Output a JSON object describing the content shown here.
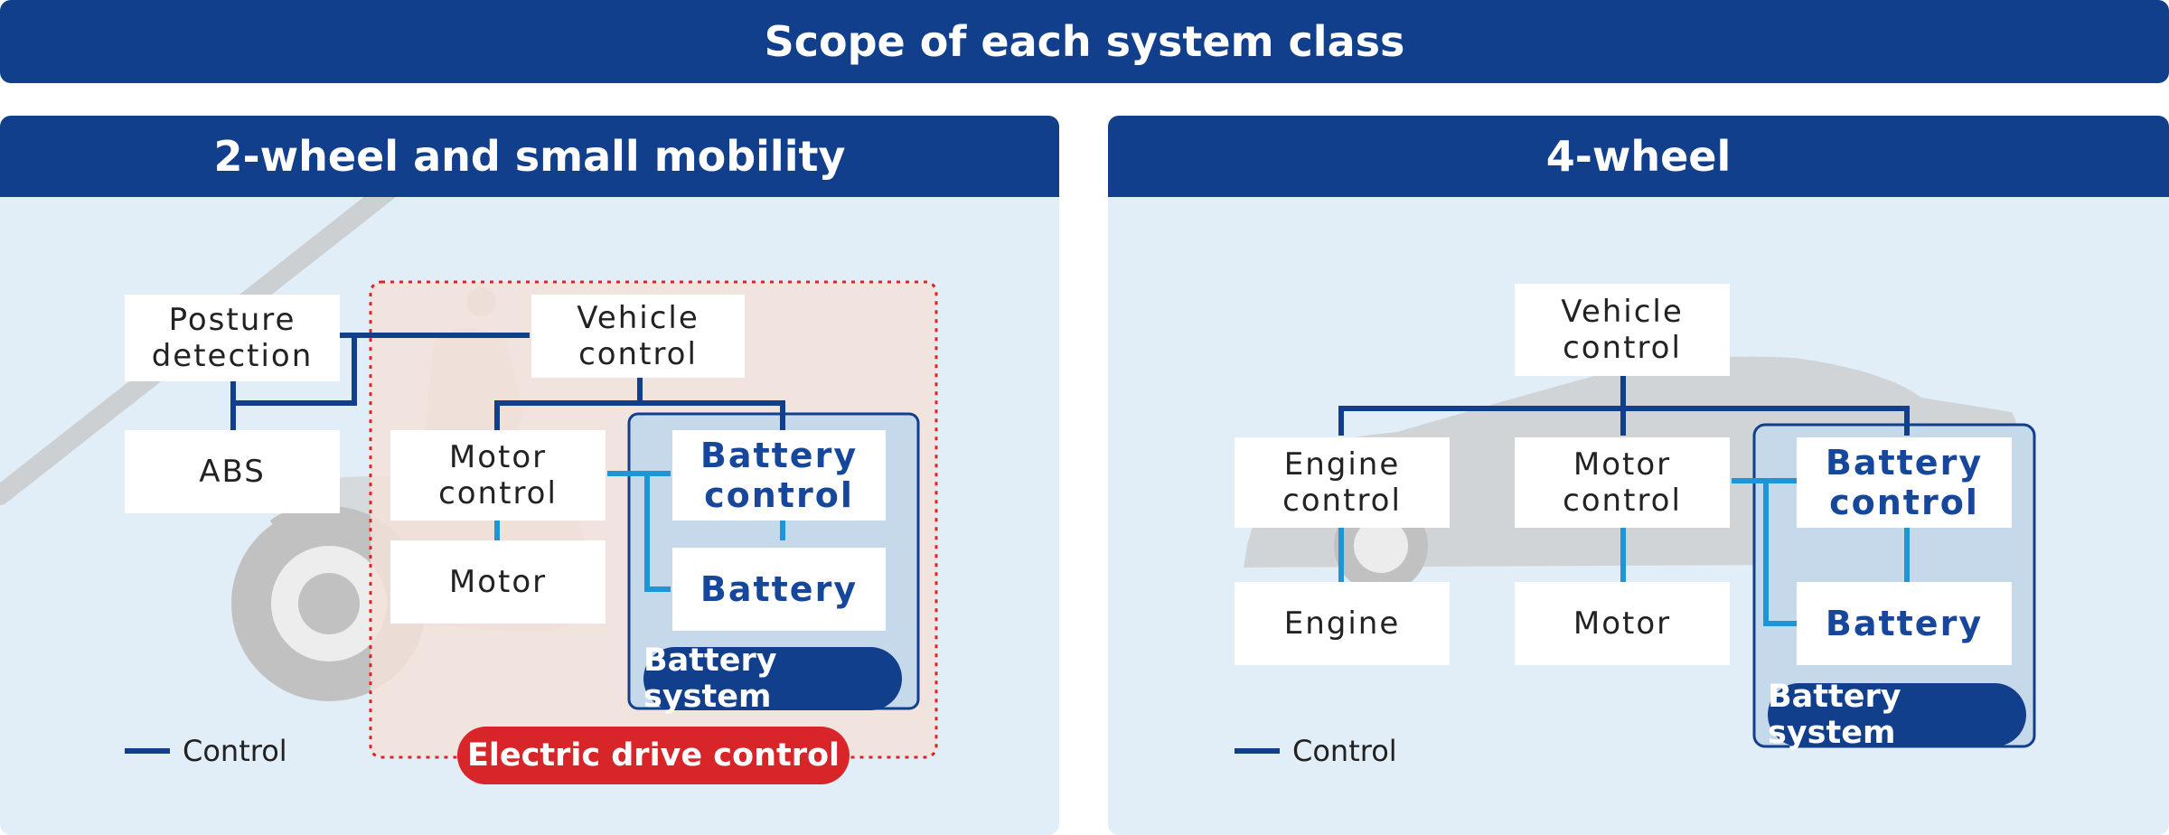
{
  "title": "Scope of each system class",
  "left_panel": {
    "title": "2-wheel and small mobility",
    "boxes": {
      "posture": "Posture\ndetection",
      "vehicle": "Vehicle\ncontrol",
      "abs": "ABS",
      "motor_control": "Motor\ncontrol",
      "motor": "Motor",
      "battery_control": "Battery\ncontrol",
      "battery": "Battery"
    },
    "battery_system_label": "Battery system",
    "electric_drive_label": "Electric drive control",
    "legend_label": "Control"
  },
  "right_panel": {
    "title": "4-wheel",
    "boxes": {
      "vehicle": "Vehicle\ncontrol",
      "engine_control": "Engine\ncontrol",
      "motor_control": "Motor\ncontrol",
      "battery_control": "Battery\ncontrol",
      "engine": "Engine",
      "motor": "Motor",
      "battery": "Battery"
    },
    "battery_system_label": "Battery system",
    "legend_label": "Control"
  },
  "colors": {
    "navy": "#123f8c",
    "light_blue_line": "#1e96d6",
    "red": "#d7252a",
    "panel_bg": "#e2eef7"
  }
}
